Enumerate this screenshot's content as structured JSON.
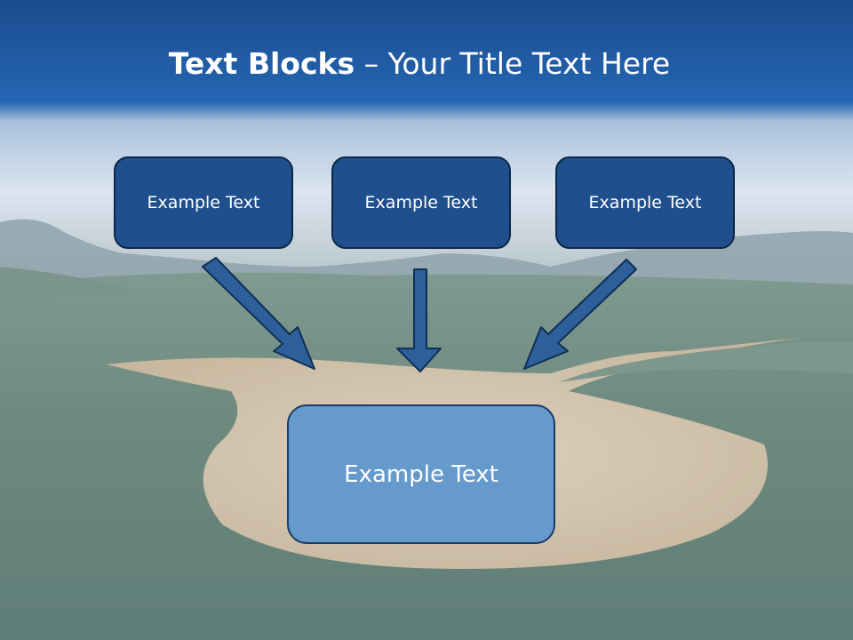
{
  "slide": {
    "title_bold": "Text Blocks",
    "title_rest": " – Your Title Text Here",
    "blocks": [
      "Example Text",
      "Example Text",
      "Example Text"
    ],
    "main_block": "Example Text"
  },
  "colors": {
    "header_blue": "#1f5296",
    "box_dark": "#1f4f8d",
    "box_light": "#6699cc",
    "arrow": "#2d5f9b"
  }
}
